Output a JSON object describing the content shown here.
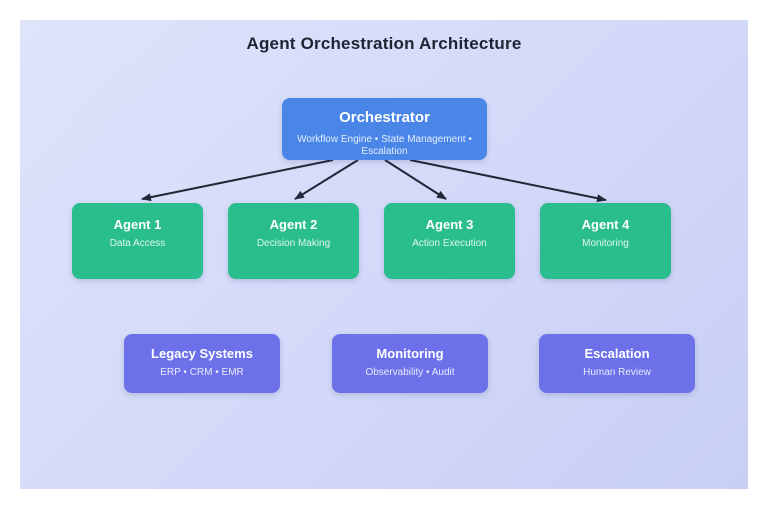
{
  "title": "Agent Orchestration Architecture",
  "colors": {
    "canvas_top": "#dfe4fb",
    "canvas_bottom": "#c8cff5",
    "orchestrator_fill": "#4a86e8",
    "agent_fill": "#2abe8e",
    "system_fill": "#6c71e9",
    "arrow": "#1f2937",
    "title_text": "#1d2533",
    "node_title_text": "#ffffff",
    "node_subtitle_text": "#ffffffd9"
  },
  "orchestrator": {
    "title": "Orchestrator",
    "subtitle": "Workflow Engine • State Management • Escalation"
  },
  "agents": [
    {
      "title": "Agent 1",
      "subtitle": "Data Access"
    },
    {
      "title": "Agent 2",
      "subtitle": "Decision Making"
    },
    {
      "title": "Agent 3",
      "subtitle": "Action Execution"
    },
    {
      "title": "Agent 4",
      "subtitle": "Monitoring"
    }
  ],
  "systems": [
    {
      "title": "Legacy Systems",
      "subtitle": "ERP • CRM • EMR"
    },
    {
      "title": "Monitoring",
      "subtitle": "Observability • Audit"
    },
    {
      "title": "Escalation",
      "subtitle": "Human Review"
    }
  ],
  "edges": [
    {
      "from": "Orchestrator",
      "to": "Agent 1"
    },
    {
      "from": "Orchestrator",
      "to": "Agent 2"
    },
    {
      "from": "Orchestrator",
      "to": "Agent 3"
    },
    {
      "from": "Orchestrator",
      "to": "Agent 4"
    }
  ]
}
